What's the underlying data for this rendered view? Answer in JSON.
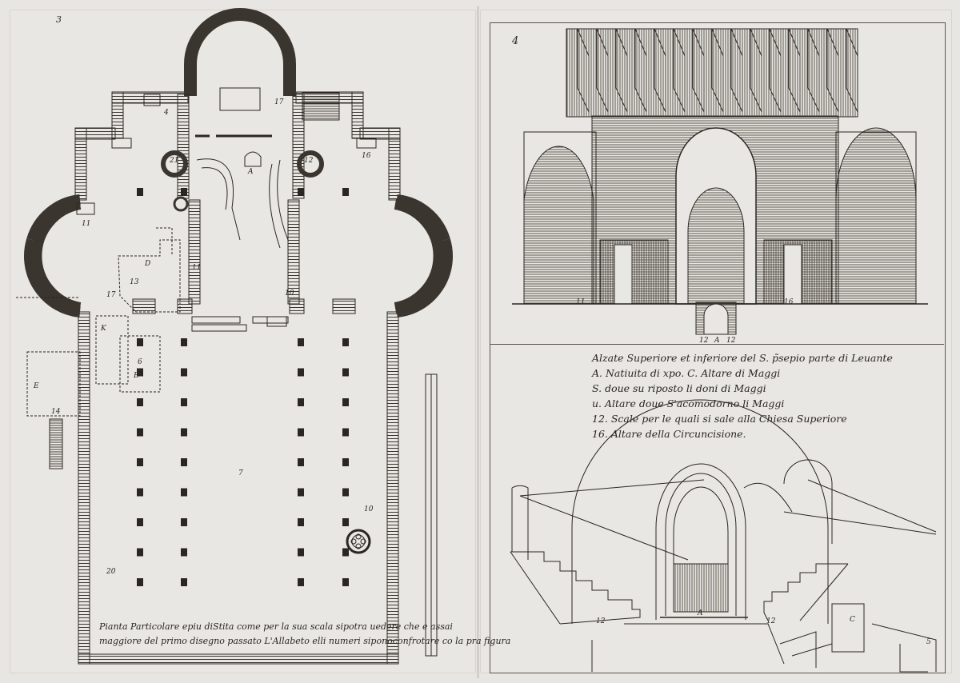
{
  "sheet": {
    "left_page_number": "3",
    "right_page_number": "4"
  },
  "plan": {
    "caption_lines": [
      "Pianta Particolare epiu diStita come per la sua scala sipotra uedere che e assai",
      "maggiore del primo disegno passato L'Allabeto elli numeri siponoconfrotare co la pra figura"
    ],
    "labels": [
      "17",
      "4",
      "21",
      "12",
      "16",
      "11",
      "D",
      "11",
      "13",
      "10",
      "17",
      "K",
      "6",
      "E",
      "E",
      "14",
      "7",
      "10",
      "20",
      "A"
    ]
  },
  "elevation": {
    "labels": [
      "11",
      "16",
      "12",
      "A",
      "12"
    ]
  },
  "legend": {
    "lines": [
      "Alzate Superiore et inferiore del S. p̃sepio parte di Leuante",
      "A. Natiuita di xpo. C. Altare di Maggi",
      "S. doue su riposto li doni di Maggi",
      "u. Altare doue S'acomodorno li Maggi",
      "12. Scale per le quali si sale alla Chiesa Superiore",
      "16. Altare della Circuncisione."
    ]
  },
  "perspective": {
    "labels": [
      "12",
      "12",
      "C",
      "5",
      "A"
    ]
  },
  "colors": {
    "ink": "#2a2622",
    "paper": "#e9e7e3",
    "hatch": "#3b352f"
  }
}
